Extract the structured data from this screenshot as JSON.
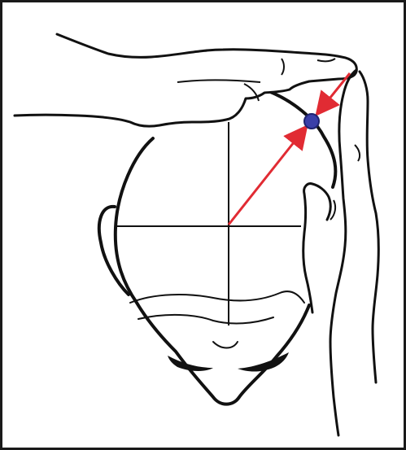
{
  "diagram": {
    "subject": "head-with-hands",
    "colors": {
      "outline": "#111111",
      "fill": "#ffffff",
      "frame": "#1a1a1a",
      "arrow": "#e12b33",
      "point_fill": "#3a3fa8",
      "point_stroke": "#1f2470"
    },
    "parts": [
      "head-outline",
      "left-ear",
      "face",
      "eyebrows",
      "crosshair",
      "top-hand",
      "right-hand",
      "right-thumb",
      "diagonal-arrow",
      "inward-arrow",
      "target-point"
    ]
  }
}
